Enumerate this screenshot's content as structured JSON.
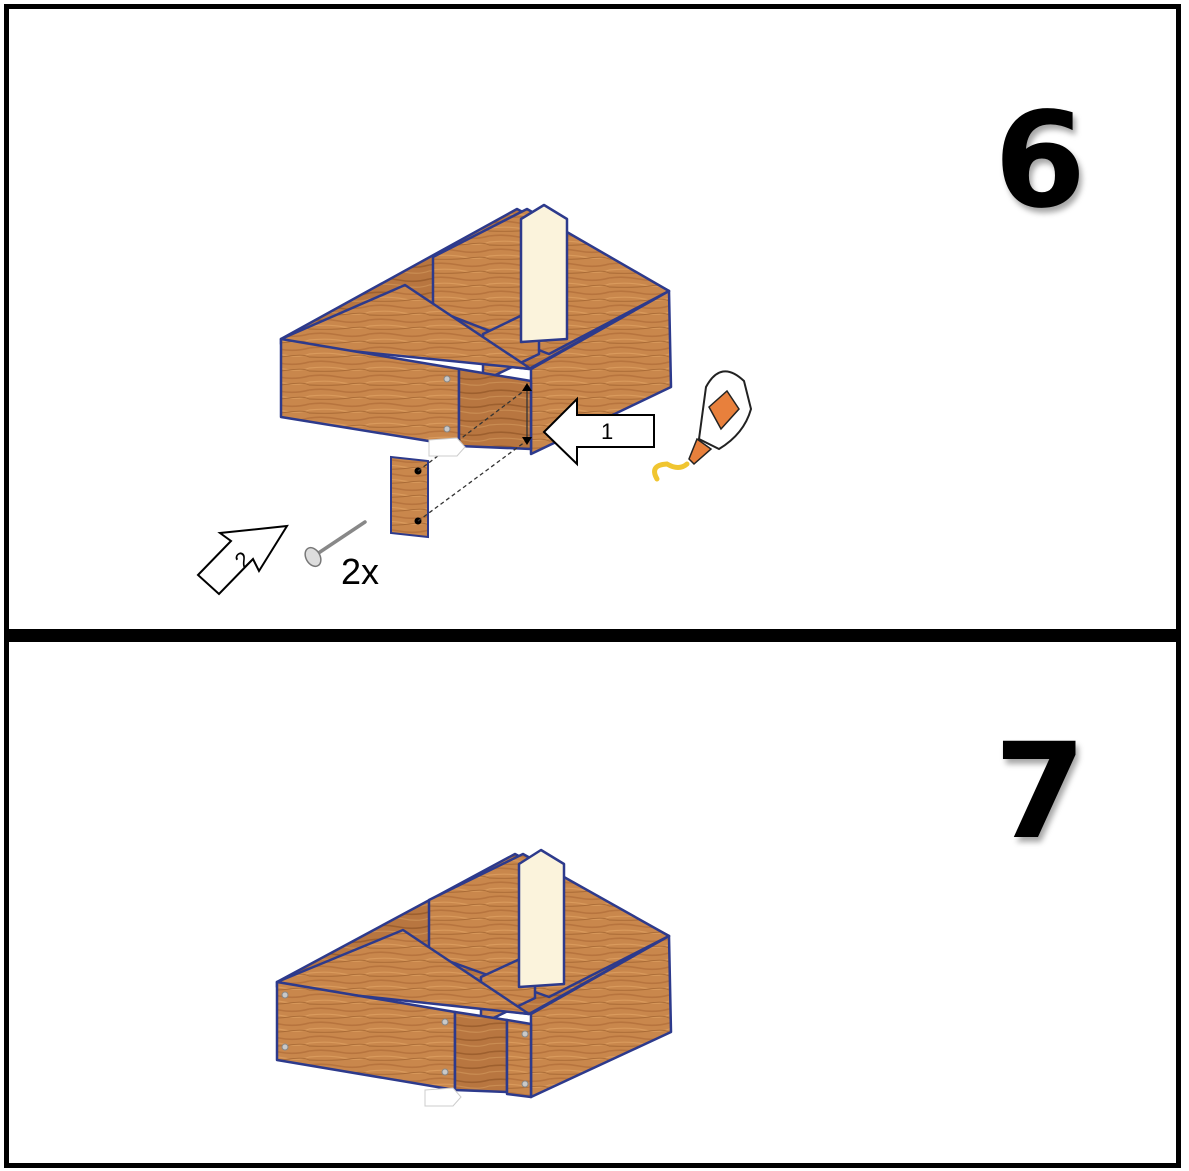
{
  "steps": [
    {
      "number": "6",
      "arrow_1_label": "1",
      "arrow_2_label": "2",
      "screw_quantity": "2x"
    },
    {
      "number": "7"
    }
  ],
  "colors": {
    "wood": "#c9874c",
    "wood_dark": "#a86a38",
    "edge": "#2d3a8c",
    "board_cream": "#fbf3dc",
    "glue_orange": "#e8803c",
    "glue_drop": "#f0c530"
  }
}
